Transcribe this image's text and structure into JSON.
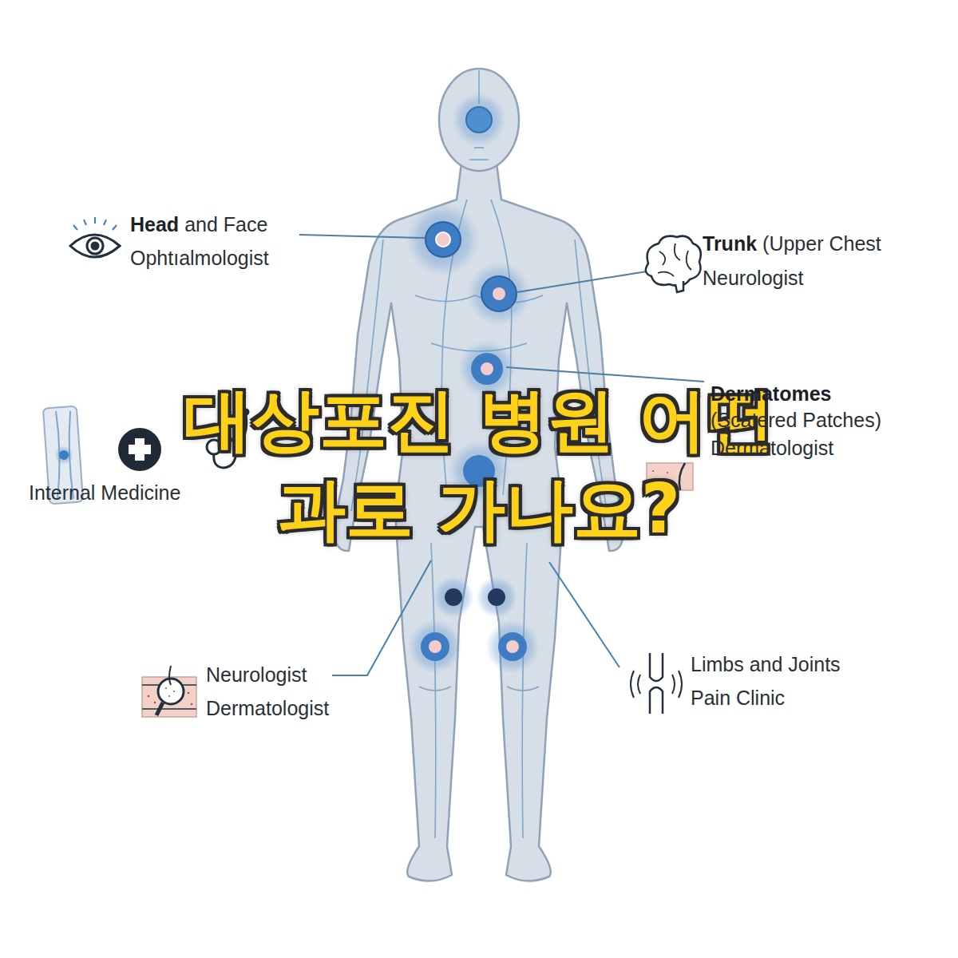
{
  "diagram": {
    "title": "대상포진 병원 어떤과로 가나요?",
    "labels": [
      "Head",
      "and Face",
      "Ophtıalmologist",
      "Trunk",
      "(Upper Chest",
      "Neurologist",
      "Internal Medicine",
      "Dermatomes",
      "(Scatered Patches)",
      "Dermatologist",
      "Neurologist",
      "Dermatologist",
      "Limbs and Joints",
      "Pain Clinic"
    ]
  }
}
